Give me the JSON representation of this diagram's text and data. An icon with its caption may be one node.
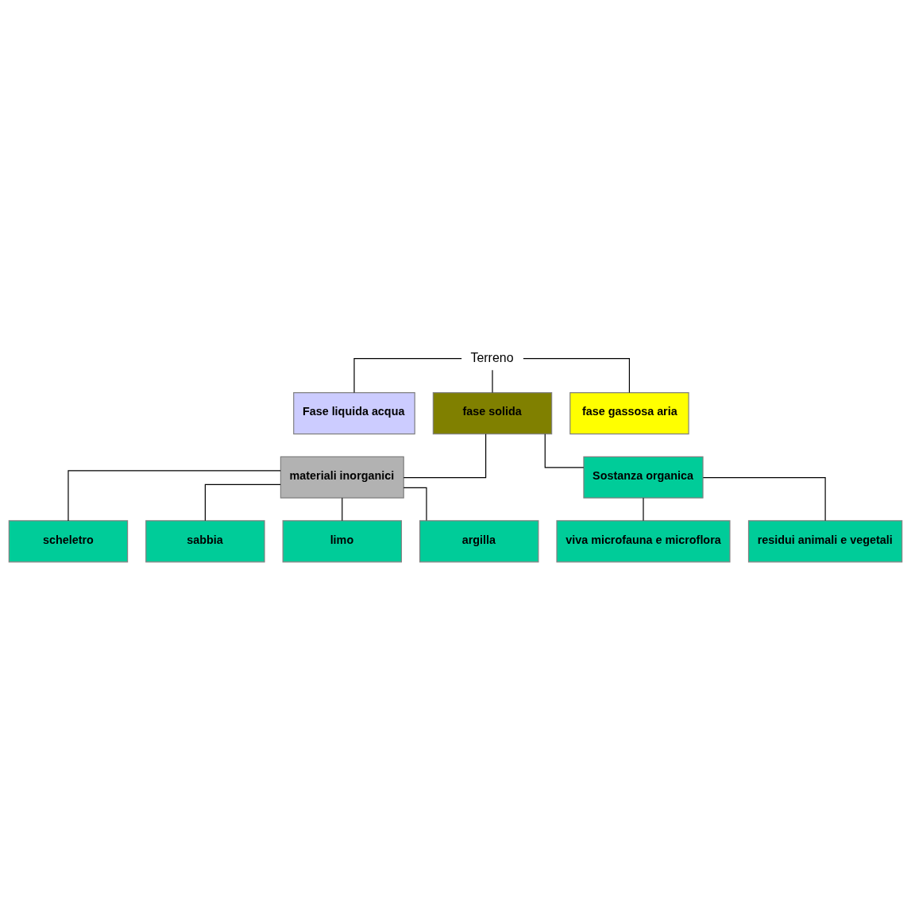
{
  "diagram": {
    "nodes": [
      {
        "text": [
          "Terreno"
        ]
      },
      {
        "text": [
          "Fase liquida acqua"
        ]
      },
      {
        "text": [
          "fase solida"
        ]
      },
      {
        "text": [
          "fase gassosa aria"
        ]
      },
      {
        "text": [
          "materiali inorganici"
        ]
      },
      {
        "text": [
          "Sostanza organica"
        ]
      },
      {
        "text": [
          "scheletro"
        ]
      },
      {
        "text": [
          "sabbia"
        ]
      },
      {
        "text": [
          "limo"
        ]
      },
      {
        "text": [
          "argilla"
        ]
      },
      {
        "text": [
          "viva microfauna e microflora"
        ]
      },
      {
        "text": [
          "residui animali e vegetali"
        ]
      }
    ],
    "edges": [
      {
        "from": 0,
        "to": 1,
        "arrow": "none"
      },
      {
        "from": 0,
        "to": 2,
        "arrow": "none"
      },
      {
        "from": 0,
        "to": 3,
        "arrow": "none"
      },
      {
        "from": 2,
        "to": 4,
        "arrow": "none"
      },
      {
        "from": 2,
        "to": 5,
        "arrow": "none"
      },
      {
        "from": 4,
        "to": 6,
        "arrow": "none"
      },
      {
        "from": 4,
        "to": 7,
        "arrow": "none"
      },
      {
        "from": 4,
        "to": 8,
        "arrow": "none"
      },
      {
        "from": 4,
        "to": 9,
        "arrow": "none"
      },
      {
        "from": 5,
        "to": 10,
        "arrow": "none"
      },
      {
        "from": 5,
        "to": 11,
        "arrow": "none"
      }
    ]
  }
}
